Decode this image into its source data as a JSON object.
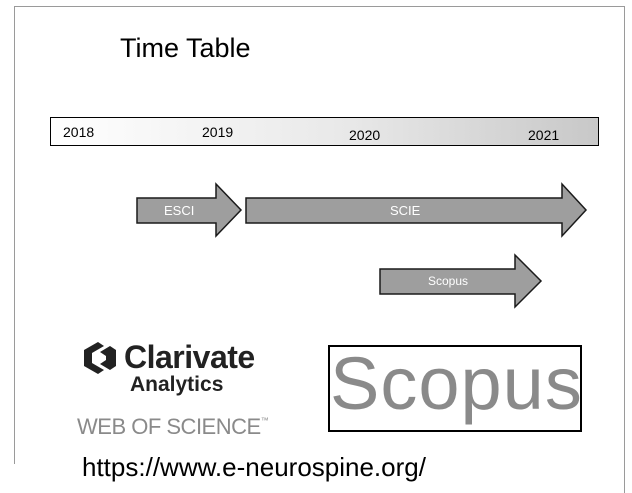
{
  "title": "Time Table",
  "timeline": {
    "years": [
      "2018",
      "2019",
      "2020",
      "2021"
    ]
  },
  "arrows": [
    {
      "label": "ESCI"
    },
    {
      "label": "SCIE"
    },
    {
      "label": "Scopus"
    }
  ],
  "logos": {
    "clarivate_name": "Clarivate",
    "clarivate_sub": "Analytics",
    "web_of_science": "WEB OF SCIENCE",
    "web_of_science_tm": "™",
    "scopus": "Scopus"
  },
  "url": "https://www.e-neurospine.org/",
  "colors": {
    "arrow_fill": "#9e9e9e",
    "arrow_stroke": "#1a1a1a",
    "logo_gray": "#8a8a8a"
  }
}
